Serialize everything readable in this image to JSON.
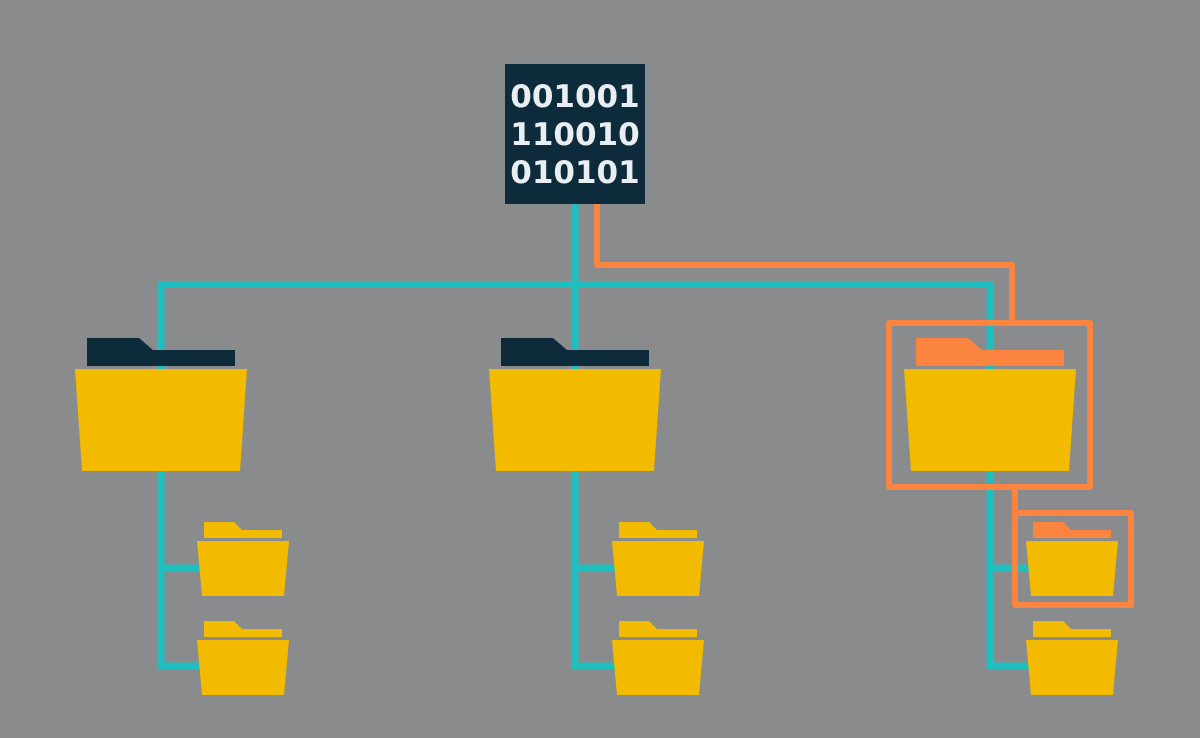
{
  "diagram": {
    "title": "File system hierarchy with highlighted path",
    "root": {
      "label": "binary data block",
      "lines": [
        "001001",
        "110010",
        "010101"
      ]
    },
    "folders": [
      {
        "id": "folder-1",
        "highlighted": false,
        "children": [
          {
            "id": "folder-1-1",
            "highlighted": false
          },
          {
            "id": "folder-1-2",
            "highlighted": false
          }
        ]
      },
      {
        "id": "folder-2",
        "highlighted": false,
        "children": [
          {
            "id": "folder-2-1",
            "highlighted": false
          },
          {
            "id": "folder-2-2",
            "highlighted": false
          }
        ]
      },
      {
        "id": "folder-3",
        "highlighted": true,
        "children": [
          {
            "id": "folder-3-1",
            "highlighted": true
          },
          {
            "id": "folder-3-2",
            "highlighted": false
          }
        ]
      }
    ],
    "colors": {
      "background": "#8a8b8d",
      "connector": "#1fbfc0",
      "highlight": "#fb8441",
      "folder_body": "#f2bb00",
      "folder_tab_dark": "#0e2b3b",
      "root_box": "#0e2b3b",
      "root_text": "#e8eef2"
    }
  }
}
